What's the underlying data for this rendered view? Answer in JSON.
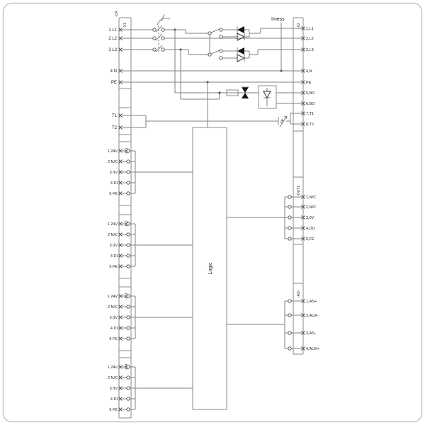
{
  "schematic": {
    "device_ref": "-CR",
    "imess": "Imess",
    "logic": "Logic",
    "theta": "ϑ",
    "colors": {
      "line": "#7f7f7f",
      "label": "#1a1a1a",
      "diode_fill": "#111111",
      "border": "#c5c5c5",
      "background": "#ffffff"
    },
    "x1": {
      "ref": "-X1",
      "pins": [
        "1 L1",
        "2 L2",
        "3 L3",
        "4 N",
        "PE"
      ]
    },
    "t_left": {
      "pins": [
        "T1",
        "T2"
      ]
    },
    "x2": {
      "ref": "-X2",
      "pins": [
        "1,L1",
        "2,L2",
        "3,L3",
        "4,N",
        "PE",
        "5,BO",
        "6,BO",
        "7,T1",
        "8,T2"
      ]
    },
    "inputs": [
      {
        "ref": "-IN1",
        "pins": [
          "1 24V",
          "2 N/C",
          "3 0V",
          "4 DI",
          "5 FE"
        ]
      },
      {
        "ref": "-IN2",
        "pins": [
          "1 24V",
          "2 N/C",
          "3 0V",
          "4 DI",
          "5 FE"
        ]
      },
      {
        "ref": "-IN3",
        "pins": [
          "1 24V",
          "2 N/C",
          "3 0V",
          "4 DI",
          "5 FE"
        ]
      },
      {
        "ref": "-IN4",
        "pins": [
          "1 24V",
          "2 N/C",
          "3 0V",
          "4 DI",
          "5 FE"
        ]
      }
    ],
    "out1": {
      "ref": "-OUT1",
      "pins": [
        "1,N/C",
        "2,N/C",
        "3,0V",
        "4,DO",
        "5,FE"
      ]
    },
    "asi": {
      "ref": "-ASI",
      "pins": [
        "1,AS+",
        "2,AUX-",
        "3,AS-",
        "4,AUX+"
      ]
    }
  }
}
